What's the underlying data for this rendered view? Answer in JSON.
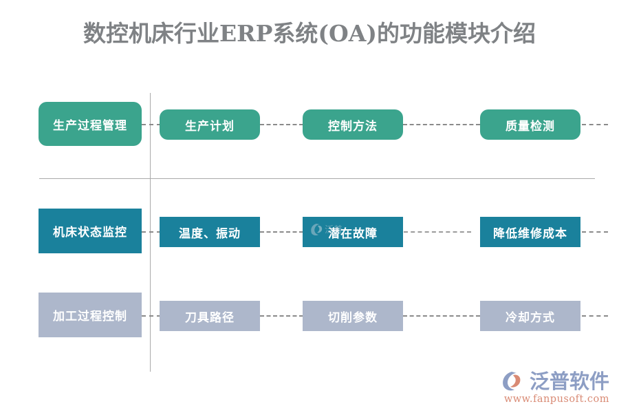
{
  "page": {
    "title": "数控机床行业ERP系统(OA)的功能模块介绍",
    "title_color": "#7f8285",
    "background": "#ffffff"
  },
  "colors": {
    "row_production": "#3ba48d",
    "row_monitoring": "#1a819c",
    "row_machining": "#adb7cb",
    "guide_line": "#a9a9a9",
    "connector": "#8a8a8a"
  },
  "diagram": {
    "rows": [
      {
        "id": "production-process-management",
        "color_key": "row_production",
        "shape": "rounded",
        "lead": {
          "label": "生产过程管理"
        },
        "steps": [
          {
            "label": "生产计划"
          },
          {
            "label": "控制方法"
          },
          {
            "label": "质量检测"
          }
        ],
        "connectors": [
          "dashed",
          "dashed",
          "dashed",
          "dashed"
        ]
      },
      {
        "id": "machine-status-monitoring",
        "color_key": "row_monitoring",
        "shape": "square",
        "lead": {
          "label": "机床状态监控"
        },
        "steps": [
          {
            "label": "温度、振动"
          },
          {
            "label": "潜在故障"
          },
          {
            "label": "降低维修成本"
          }
        ],
        "connectors": [
          "dashed",
          "dashed",
          "arrow",
          "dashed"
        ]
      },
      {
        "id": "machining-process-control",
        "color_key": "row_machining",
        "shape": "square",
        "lead": {
          "label": "加工过程控制"
        },
        "steps": [
          {
            "label": "刀具路径"
          },
          {
            "label": "切削参数"
          },
          {
            "label": "冷却方式"
          }
        ],
        "connectors": [
          "dashed",
          "dashed",
          "dashed",
          "dashed"
        ]
      }
    ]
  },
  "logo": {
    "name": "泛普软件",
    "url": "www.fanpusoft.com"
  }
}
